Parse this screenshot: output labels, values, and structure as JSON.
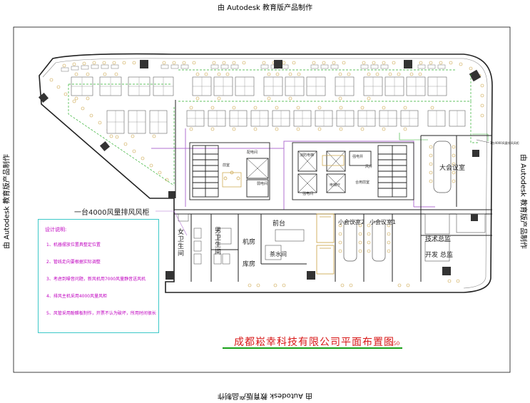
{
  "watermark": "由 Autodesk 教育版产品制作",
  "title": "成都崧幸科技有限公司平面布置图",
  "scale": "1:150",
  "fan_label": "一台4000风量排风风柜",
  "cable_label": "1台4000风量排风风柜",
  "notes": {
    "heading": "设计说明:",
    "items": [
      "1、机器摆放位置具整定位置",
      "2、管线走向要根据实际调整",
      "3、考虑到噪音问题，新风机用7000风量静音送风机",
      "4、排风主机采用4000风量风柜",
      "5、风管采用酚醛板制作，开票不认为破坏，所用时间很长"
    ]
  },
  "rooms": {
    "big_meeting": "大会议室",
    "small_meeting_2": "小会议室2",
    "small_meeting_1": "小会议室1",
    "tech_director": "技术总监",
    "dev_director": "开发 总监",
    "front_desk": "前台",
    "machine_room": "机房",
    "storage": "库房",
    "tea_room": "茶水间",
    "women_wc": "女卫生间",
    "men_wc": "男卫生间",
    "elev_room_a": "配电间",
    "elev_room_b": "弱电间",
    "elev_room_c": "前室",
    "elev_room_d": "强电间",
    "elev_room_e": "电梯厅",
    "elev_room_f": "合用前室",
    "elev_room_g": "消防电梯",
    "elev_room_h": "强电井",
    "elev_room_i": "风井"
  }
}
